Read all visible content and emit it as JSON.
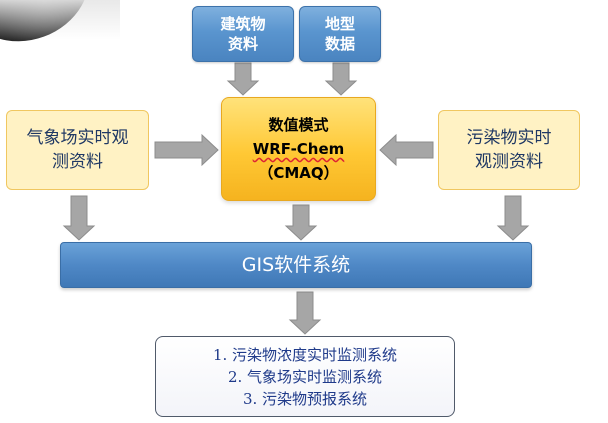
{
  "nodes": {
    "building": [
      "建筑物",
      "资料"
    ],
    "terrain": [
      "地型",
      "数据"
    ],
    "meteo": [
      "气象场实时观",
      "测资料"
    ],
    "model": [
      "数值模式",
      "WRF-Chem",
      "（CMAQ）"
    ],
    "pollutant": [
      "污染物实时",
      "观测资料"
    ],
    "gis": "GIS软件系统",
    "outputs": [
      "1. 污染物浓度实时监测系统",
      "2. 气象场实时监测系统",
      "3. 污染物预报系统"
    ]
  },
  "colors": {
    "arrow_fill": "#a6a6a6",
    "arrow_stroke": "#8c8c8c",
    "blue": "#4f88c6",
    "yellow": "#ffc834",
    "light_yellow": "#fff2c4",
    "output_text": "#1f3a8a"
  }
}
